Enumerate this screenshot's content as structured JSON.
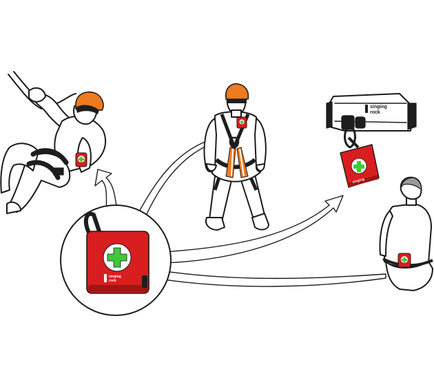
{
  "colors": {
    "kit_red": "#d81e1e",
    "kit_dark_red": "#a11414",
    "cross_green": "#3fc93a",
    "helmet_orange": "#f07a1e",
    "harness_dark": "#1e1e1e",
    "ink": "#1a1a1a"
  },
  "kit": {
    "brand_line_1": "singing",
    "brand_line_2": "rock",
    "icon": "first-aid-cross-icon"
  },
  "device": {
    "brand_line_1": "singing",
    "brand_line_2": "rock"
  },
  "scenes": [
    {
      "id": "climber-on-rope",
      "icon": "climber-icon"
    },
    {
      "id": "worker-chest-harness",
      "icon": "worker-icon"
    },
    {
      "id": "rope-device",
      "icon": "descender-icon"
    },
    {
      "id": "person-back-waist",
      "icon": "person-icon"
    }
  ]
}
